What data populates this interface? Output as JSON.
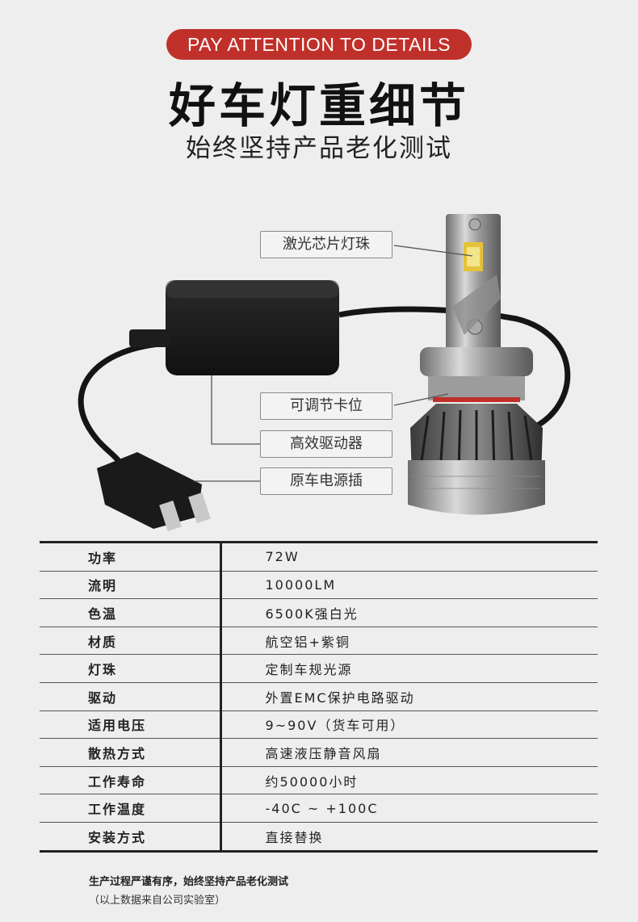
{
  "header": {
    "pill": "PAY ATTENTION TO DETAILS",
    "title": "好车灯重细节",
    "subtitle": "始终坚持产品老化测试"
  },
  "callouts": [
    "激光芯片灯珠",
    "可调节卡位",
    "高效驱动器",
    "原车电源插"
  ],
  "specs": [
    {
      "label": "功率",
      "value": "72W"
    },
    {
      "label": "流明",
      "value": "10000LM"
    },
    {
      "label": "色温",
      "value": "6500K强白光"
    },
    {
      "label": "材质",
      "value": "航空铝+紫铜"
    },
    {
      "label": "灯珠",
      "value": "定制车规光源"
    },
    {
      "label": "驱动",
      "value": "外置EMC保护电路驱动"
    },
    {
      "label": "适用电压",
      "value": "9~90V（货车可用）"
    },
    {
      "label": "散热方式",
      "value": "高速液压静音风扇"
    },
    {
      "label": "工作寿命",
      "value": "约50000小时"
    },
    {
      "label": "工作温度",
      "value": "-40C ~ +100C"
    },
    {
      "label": "安装方式",
      "value": "直接替换"
    }
  ],
  "footer": {
    "note": "生产过程严谨有序，始终坚持产品老化测试",
    "source": "（以上数据来自公司实验室）"
  },
  "colors": {
    "accent": "#c0302a",
    "background": "#eeeeee"
  }
}
